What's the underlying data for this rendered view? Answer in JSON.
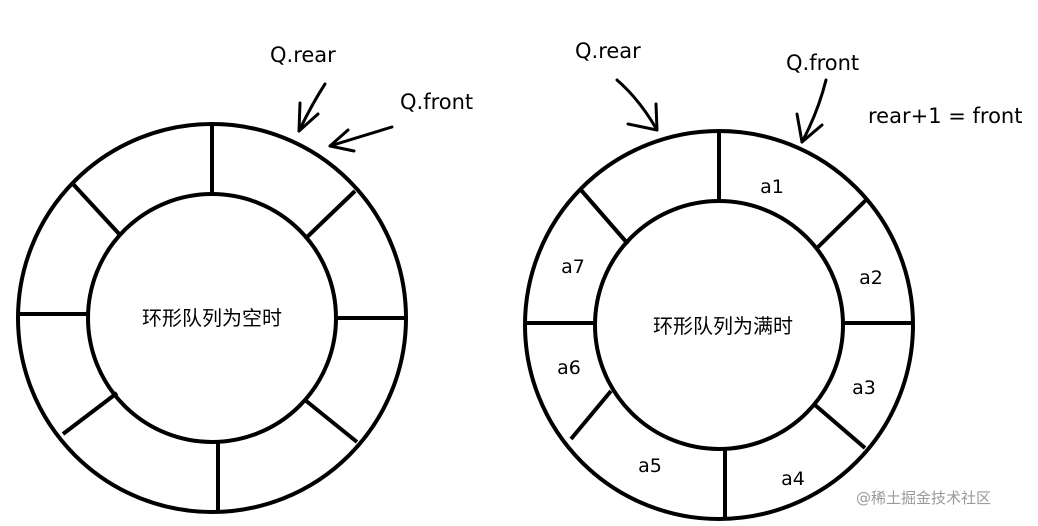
{
  "empty_queue": {
    "center_label": "环形队列为空时",
    "rear_label": "Q.rear",
    "front_label": "Q.front"
  },
  "full_queue": {
    "center_label": "环形队列为满时",
    "rear_label": "Q.rear",
    "front_label": "Q.front",
    "slots": [
      "a1",
      "a2",
      "a3",
      "a4",
      "a5",
      "a6",
      "a7"
    ],
    "condition_label": "rear+1 = front",
    "condition_color": "#e0262b"
  },
  "watermark": "@稀土掘金技术社区"
}
